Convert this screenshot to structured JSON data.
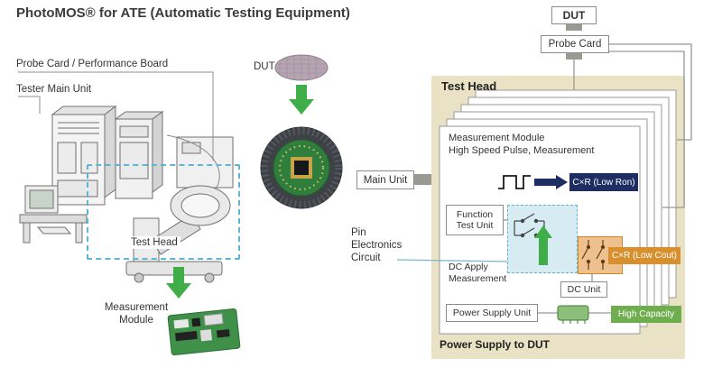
{
  "title": "PhotoMOS® for ATE (Automatic Testing Equipment)",
  "colors": {
    "beige": "#e9e2c4",
    "navy": "#1e2d62",
    "orange": "#d8902f",
    "green_badge": "#6fae4e",
    "arrow_green": "#3fae49",
    "dashed_blue": "#62b2d0",
    "light_blue_fill": "#d7ebf3"
  },
  "equipment": {
    "probe_card_label": "Probe Card / Performance Board",
    "tester_main_unit_label": "Tester Main Unit",
    "test_head_label": "Test Head",
    "measurement_module": {
      "line1": "Measurement",
      "line2": "Module"
    }
  },
  "dut_flow": {
    "dut_label": "DUT"
  },
  "schematic": {
    "dut_label": "DUT",
    "probe_card_label": "Probe Card",
    "test_head_label": "Test Head",
    "main_unit_label": "Main Unit",
    "power_supply_to_dut_label": "Power Supply to DUT",
    "pin_electronics": {
      "line1": "Pin",
      "line2": "Electronics",
      "line3": "Circuit"
    },
    "measurement_module": {
      "line1": "Measurement Module",
      "line2": "High Speed Pulse, Measurement"
    },
    "function_test_unit": {
      "line1": "Function",
      "line2": "Test Unit"
    },
    "dc_apply": {
      "line1": "DC Apply",
      "line2": "Measurement"
    },
    "dc_unit_label": "DC Unit",
    "power_supply_unit_label": "Power Supply Unit",
    "badges": {
      "low_ron": "C×R (Low Ron)",
      "low_cout": "C×R (Low Cout)",
      "high_capacity": "High Capacity"
    }
  }
}
